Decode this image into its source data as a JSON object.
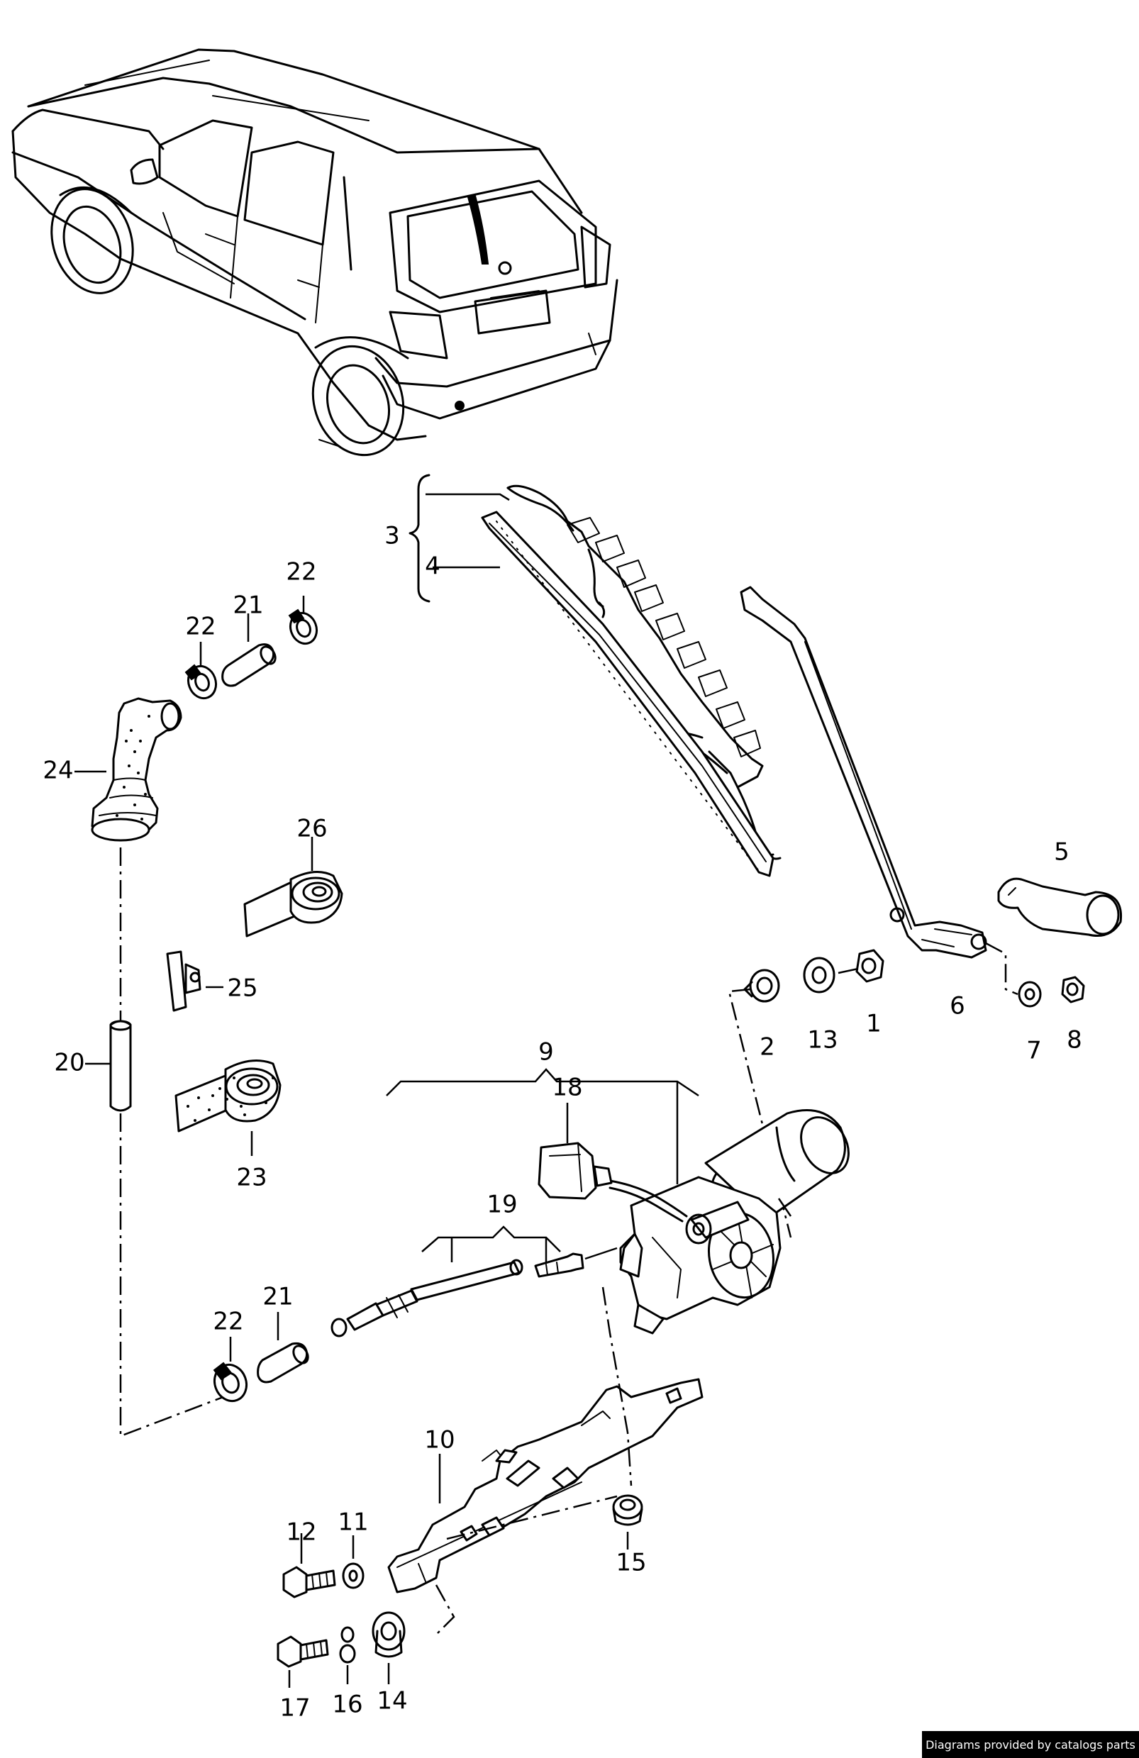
{
  "credit": "Diagrams provided by catalogs parts",
  "callouts": {
    "c1": "1",
    "c2": "2",
    "c3": "3",
    "c4": "4",
    "c5": "5",
    "c6": "6",
    "c7": "7",
    "c8": "8",
    "c9": "9",
    "c10": "10",
    "c11": "11",
    "c12": "12",
    "c13": "13",
    "c14": "14",
    "c15": "15",
    "c16": "16",
    "c17": "17",
    "c18": "18",
    "c19": "19",
    "c20": "20",
    "c21a": "21",
    "c21b": "21",
    "c22a": "22",
    "c22b": "22",
    "c22c": "22",
    "c23": "23",
    "c24": "24",
    "c25": "25",
    "c26": "26"
  }
}
